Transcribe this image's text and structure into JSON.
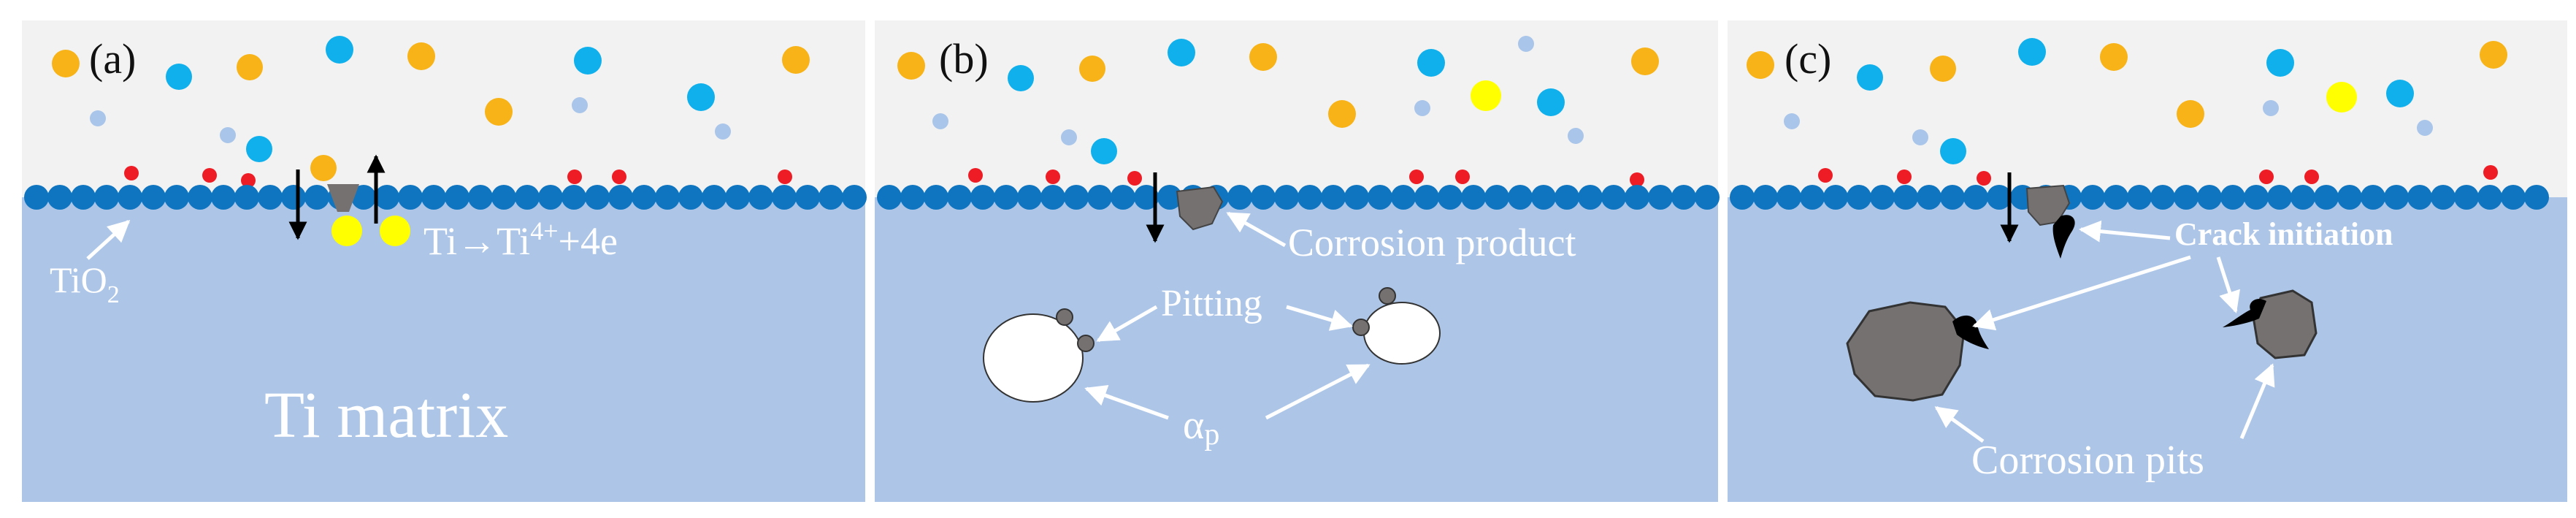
{
  "panels": [
    {
      "tag": "(a)",
      "passive_film": "TiO",
      "passive_film_sub": "2",
      "reaction_base": "Ti→Ti",
      "reaction_sup": "4+",
      "reaction_tail": "+4e",
      "matrix": "Ti matrix"
    },
    {
      "tag": "(b)",
      "corrosion_product": "Corrosion product",
      "pitting": "Pitting",
      "alpha_phase": "α",
      "alpha_phase_sub": "p"
    },
    {
      "tag": "(c)",
      "crack_initiation": "Crack initiation",
      "corrosion_pits": "Corrosion pits"
    }
  ],
  "colors": {
    "solution": "#f2f2f2",
    "matrix": "#adc6e8",
    "film_atom": "#0f75c0",
    "ion_orange": "#f7b317",
    "ion_cyan": "#0fb0ec",
    "ion_lightblue": "#a9c5ea",
    "ion_red": "#ee1c24",
    "ion_yellow": "#ffff00",
    "corrosion": "#767171",
    "alpha_phase": "#ffffff",
    "crack": "#000000",
    "text": "#ffffff"
  }
}
